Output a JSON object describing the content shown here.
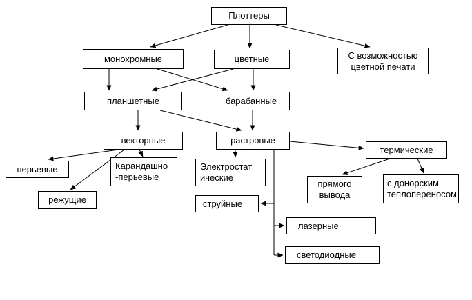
{
  "diagram": {
    "nodes": {
      "plotters": {
        "label": "Плоттеры"
      },
      "monochrome": {
        "label": "монохромные"
      },
      "color": {
        "label": "цветные"
      },
      "color_capable": {
        "label": "С возможностью\nцветной печати"
      },
      "flatbed": {
        "label": "планшетные"
      },
      "drum": {
        "label": "барабанные"
      },
      "vector": {
        "label": "векторные"
      },
      "raster": {
        "label": "растровые"
      },
      "pen": {
        "label": "перьевые"
      },
      "pencil_pen": {
        "label": "Карандашно\n-перьевые"
      },
      "cutting": {
        "label": "режущие"
      },
      "electrostatic": {
        "label": "Электростат\nические"
      },
      "inkjet": {
        "label": "струйные"
      },
      "thermal": {
        "label": "термические"
      },
      "direct_output": {
        "label": "прямого\nвывода"
      },
      "donor_transfer": {
        "label": "с донорским\nтеплопереносом"
      },
      "laser": {
        "label": "лазерные"
      },
      "led": {
        "label": "светодиодные"
      }
    },
    "edges": [
      {
        "from": "plotters",
        "to": "monochrome"
      },
      {
        "from": "plotters",
        "to": "color"
      },
      {
        "from": "plotters",
        "to": "color_capable"
      },
      {
        "from": "monochrome",
        "to": "flatbed"
      },
      {
        "from": "monochrome",
        "to": "drum"
      },
      {
        "from": "color",
        "to": "flatbed"
      },
      {
        "from": "color",
        "to": "drum"
      },
      {
        "from": "flatbed",
        "to": "vector"
      },
      {
        "from": "flatbed",
        "to": "raster"
      },
      {
        "from": "drum",
        "to": "raster"
      },
      {
        "from": "vector",
        "to": "pen"
      },
      {
        "from": "vector",
        "to": "pencil_pen"
      },
      {
        "from": "vector",
        "to": "cutting"
      },
      {
        "from": "raster",
        "to": "electrostatic"
      },
      {
        "from": "raster",
        "to": "inkjet"
      },
      {
        "from": "raster",
        "to": "laser"
      },
      {
        "from": "raster",
        "to": "led"
      },
      {
        "from": "raster",
        "to": "thermal"
      },
      {
        "from": "thermal",
        "to": "direct_output"
      },
      {
        "from": "thermal",
        "to": "donor_transfer"
      }
    ],
    "colors": {
      "box_border": "#000000",
      "box_fill": "#ffffff",
      "line": "#000000",
      "text": "#000000",
      "background": "#ffffff"
    }
  }
}
